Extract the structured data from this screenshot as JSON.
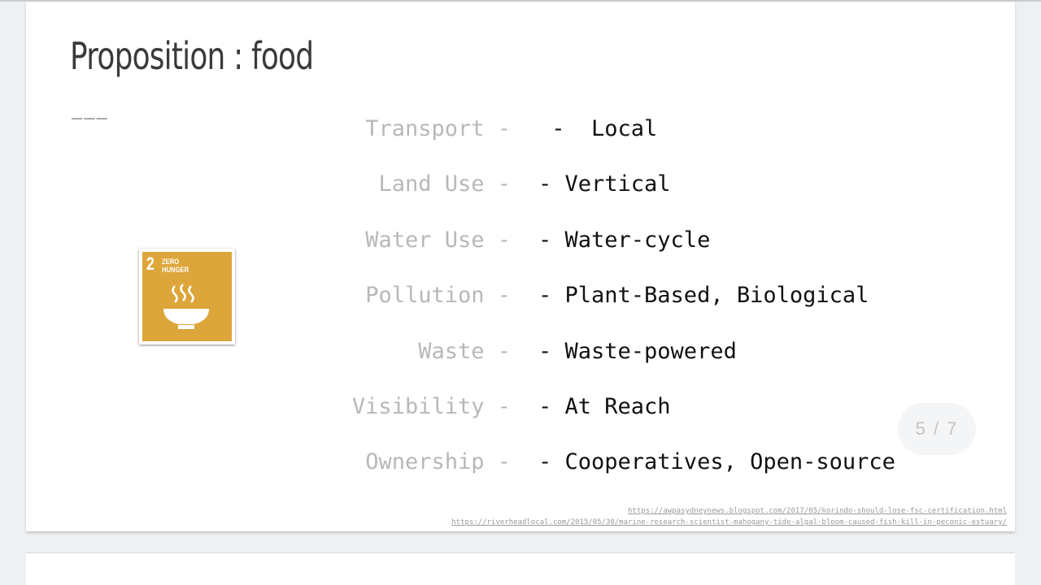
{
  "slide": {
    "title": "Proposition : food",
    "divider": "___",
    "sdg": {
      "number": "2",
      "label": "ZERO HUNGER",
      "icon": "bowl-icon",
      "color": "#dda63a"
    },
    "rows": [
      {
        "label": "Transport -",
        "value": " -  Local"
      },
      {
        "label": "Land Use -",
        "value": "- Vertical"
      },
      {
        "label": "Water Use -",
        "value": "- Water-cycle"
      },
      {
        "label": "Pollution -",
        "value": "- Plant-Based, Biological"
      },
      {
        "label": "Waste -",
        "value": "- Waste-powered"
      },
      {
        "label": "Visibility -",
        "value": "- At Reach"
      },
      {
        "label": "Ownership -",
        "value": "- Cooperatives, Open-source"
      }
    ],
    "links": [
      "https://awpasydneynews.blogspot.com/2017/05/korindo-should-lose-fsc-certification.html",
      "https://riverheadlocal.com/2015/05/30/marine-research-scientist-mahogany-tide-algal-bloom-caused-fish-kill-in-peconic-estuary/"
    ]
  },
  "page_indicator": "5 / 7"
}
